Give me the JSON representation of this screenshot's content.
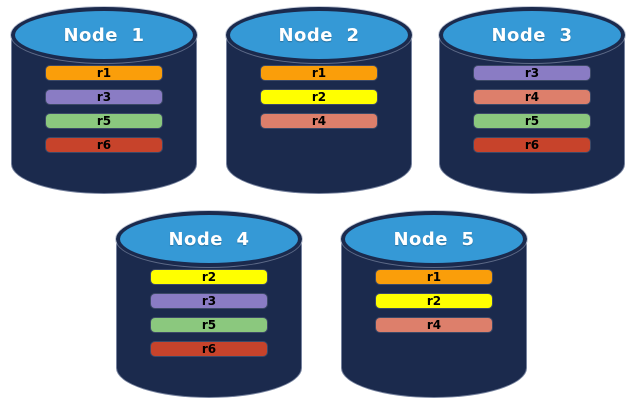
{
  "diagram": {
    "type": "database-replica-distribution",
    "background_color": "#FFFFFF",
    "cylinder": {
      "body_color": "#1B2A4D",
      "top_color": "#3599D6",
      "outline_color": "#96A0B9",
      "label_color": "#FFFFFF"
    },
    "replica_colors": {
      "r1": "#FA9E0A",
      "r2": "#FFFF00",
      "r3": "#8A7CC4",
      "r4": "#DD7F6B",
      "r5": "#8BC87E",
      "r6": "#C7432B"
    },
    "bar_text_color": "#000000",
    "nodes": [
      {
        "label": "Node  1",
        "replicas": [
          "r1",
          "r3",
          "r5",
          "r6"
        ]
      },
      {
        "label": "Node  2",
        "replicas": [
          "r1",
          "r2",
          "r4"
        ]
      },
      {
        "label": "Node  3",
        "replicas": [
          "r3",
          "r4",
          "r5",
          "r6"
        ]
      },
      {
        "label": "Node  4",
        "replicas": [
          "r2",
          "r3",
          "r5",
          "r6"
        ]
      },
      {
        "label": "Node  5",
        "replicas": [
          "r1",
          "r2",
          "r4"
        ]
      }
    ]
  }
}
